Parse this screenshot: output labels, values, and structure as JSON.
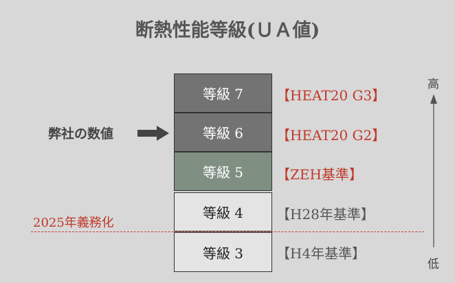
{
  "title": "断熱性能等級(ＵＡ値)",
  "our_value_label": "弊社の数値",
  "mandatory_label": "2025年義務化",
  "axis": {
    "high": "高",
    "low": "低"
  },
  "grades": [
    {
      "label": "等級 7",
      "standard": "【HEAT20 G3】"
    },
    {
      "label": "等級 6",
      "standard": "【HEAT20 G2】"
    },
    {
      "label": "等級 5",
      "standard": "【ZEH基準】"
    },
    {
      "label": "等級 4",
      "standard": "【H28年基準】"
    },
    {
      "label": "等級 3",
      "standard": "【H4年基準】"
    }
  ],
  "colors": {
    "accent": "#c0392b",
    "dark": "#737373",
    "green": "#7f8f82"
  }
}
